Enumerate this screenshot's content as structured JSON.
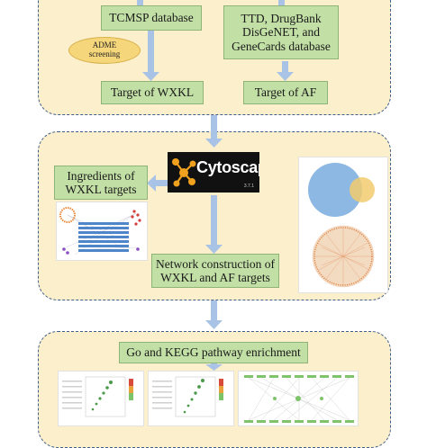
{
  "boxes": {
    "tcmsp": "TCMSP database",
    "ttd": "TTD, DrugBank\nDisGeNET, and\nGeneCards database",
    "adme": "ADME\nscreening",
    "target_wxkl": "Target of WXKL",
    "target_af": "Target of AF",
    "ingredients": "Ingredients of\nWXKL targets",
    "network": "Network construction of\nWXKL and AF targets",
    "go_kegg": "Go and KEGG pathway enrichment"
  },
  "logo": {
    "name": "Cytoscape",
    "version": "3.7.1"
  },
  "colors": {
    "panel_bg": "#fbefcc",
    "panel_border": "#3e5f8d",
    "box_green": "#c2dfa5",
    "ellipse_yellow": "#f6d67b",
    "arrow_blue": "#a8c3e6",
    "logo_orange": "#f0a21e"
  }
}
